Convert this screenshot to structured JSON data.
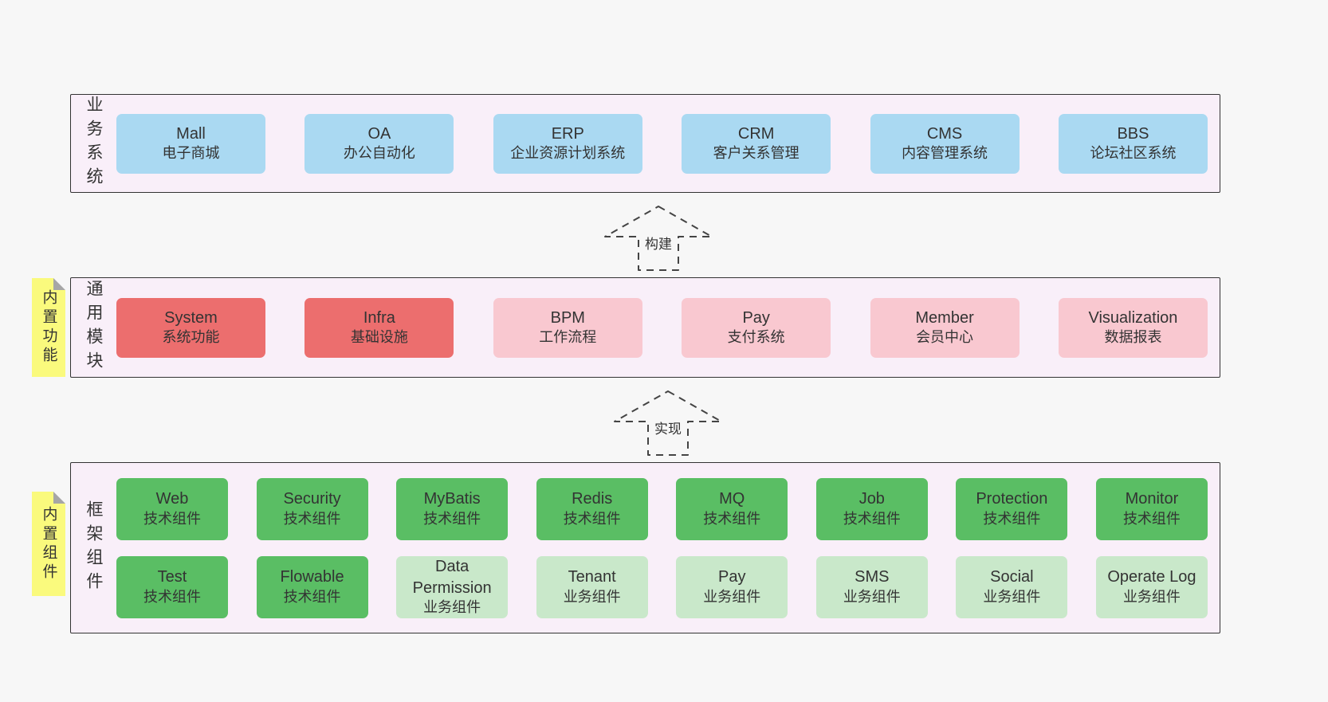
{
  "colors": {
    "page_bg": "#f7f7f7",
    "band_bg": "#f9eff9",
    "band_border": "#333333",
    "blue_box": "#aad9f2",
    "red_box": "#ec6e6e",
    "pink_box": "#f9c8d0",
    "green_box": "#5abe64",
    "light_green_box": "#c9e8ca",
    "sticky_yellow": "#fafa7d",
    "text": "#333333"
  },
  "band1": {
    "label": "业务系统",
    "boxes": [
      {
        "title": "Mall",
        "subtitle": "电子商城"
      },
      {
        "title": "OA",
        "subtitle": "办公自动化"
      },
      {
        "title": "ERP",
        "subtitle": "企业资源计划系统"
      },
      {
        "title": "CRM",
        "subtitle": "客户关系管理"
      },
      {
        "title": "CMS",
        "subtitle": "内容管理系统"
      },
      {
        "title": "BBS",
        "subtitle": "论坛社区系统"
      }
    ]
  },
  "arrow1": {
    "label": "构建"
  },
  "band2": {
    "label": "通用模块",
    "sticky": "内置功能",
    "boxes": [
      {
        "title": "System",
        "subtitle": "系统功能"
      },
      {
        "title": "Infra",
        "subtitle": "基础设施"
      },
      {
        "title": "BPM",
        "subtitle": "工作流程"
      },
      {
        "title": "Pay",
        "subtitle": "支付系统"
      },
      {
        "title": "Member",
        "subtitle": "会员中心"
      },
      {
        "title": "Visualization",
        "subtitle": "数据报表"
      }
    ]
  },
  "arrow2": {
    "label": "实现"
  },
  "band3": {
    "label": "框架组件",
    "sticky": "内置组件",
    "row1": [
      {
        "title": "Web",
        "subtitle": "技术组件"
      },
      {
        "title": "Security",
        "subtitle": "技术组件"
      },
      {
        "title": "MyBatis",
        "subtitle": "技术组件"
      },
      {
        "title": "Redis",
        "subtitle": "技术组件"
      },
      {
        "title": "MQ",
        "subtitle": "技术组件"
      },
      {
        "title": "Job",
        "subtitle": "技术组件"
      },
      {
        "title": "Protection",
        "subtitle": "技术组件"
      },
      {
        "title": "Monitor",
        "subtitle": "技术组件"
      }
    ],
    "row2": [
      {
        "title": "Test",
        "subtitle": "技术组件"
      },
      {
        "title": "Flowable",
        "subtitle": "技术组件"
      },
      {
        "title": "Data Permission",
        "subtitle": "业务组件"
      },
      {
        "title": "Tenant",
        "subtitle": "业务组件"
      },
      {
        "title": "Pay",
        "subtitle": "业务组件"
      },
      {
        "title": "SMS",
        "subtitle": "业务组件"
      },
      {
        "title": "Social",
        "subtitle": "业务组件"
      },
      {
        "title": "Operate Log",
        "subtitle": "业务组件"
      }
    ]
  }
}
